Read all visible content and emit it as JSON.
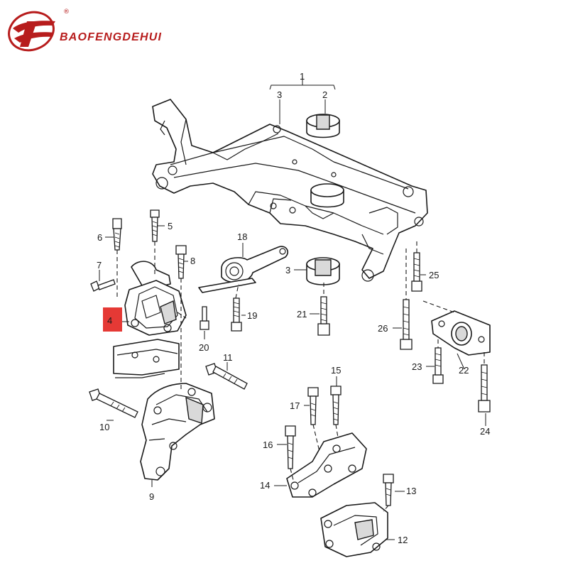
{
  "brand": {
    "name": "BAOFENGDEHUI",
    "registered_mark": "®",
    "colors": {
      "logo_red": "#b71c1c",
      "highlight_box": "#e53935"
    }
  },
  "diagram": {
    "highlighted_part": "4",
    "callouts": [
      "1",
      "2",
      "3",
      "3",
      "4",
      "5",
      "6",
      "7",
      "8",
      "9",
      "10",
      "11",
      "12",
      "13",
      "14",
      "15",
      "16",
      "17",
      "18",
      "19",
      "20",
      "21",
      "22",
      "23",
      "24",
      "25",
      "26"
    ]
  }
}
